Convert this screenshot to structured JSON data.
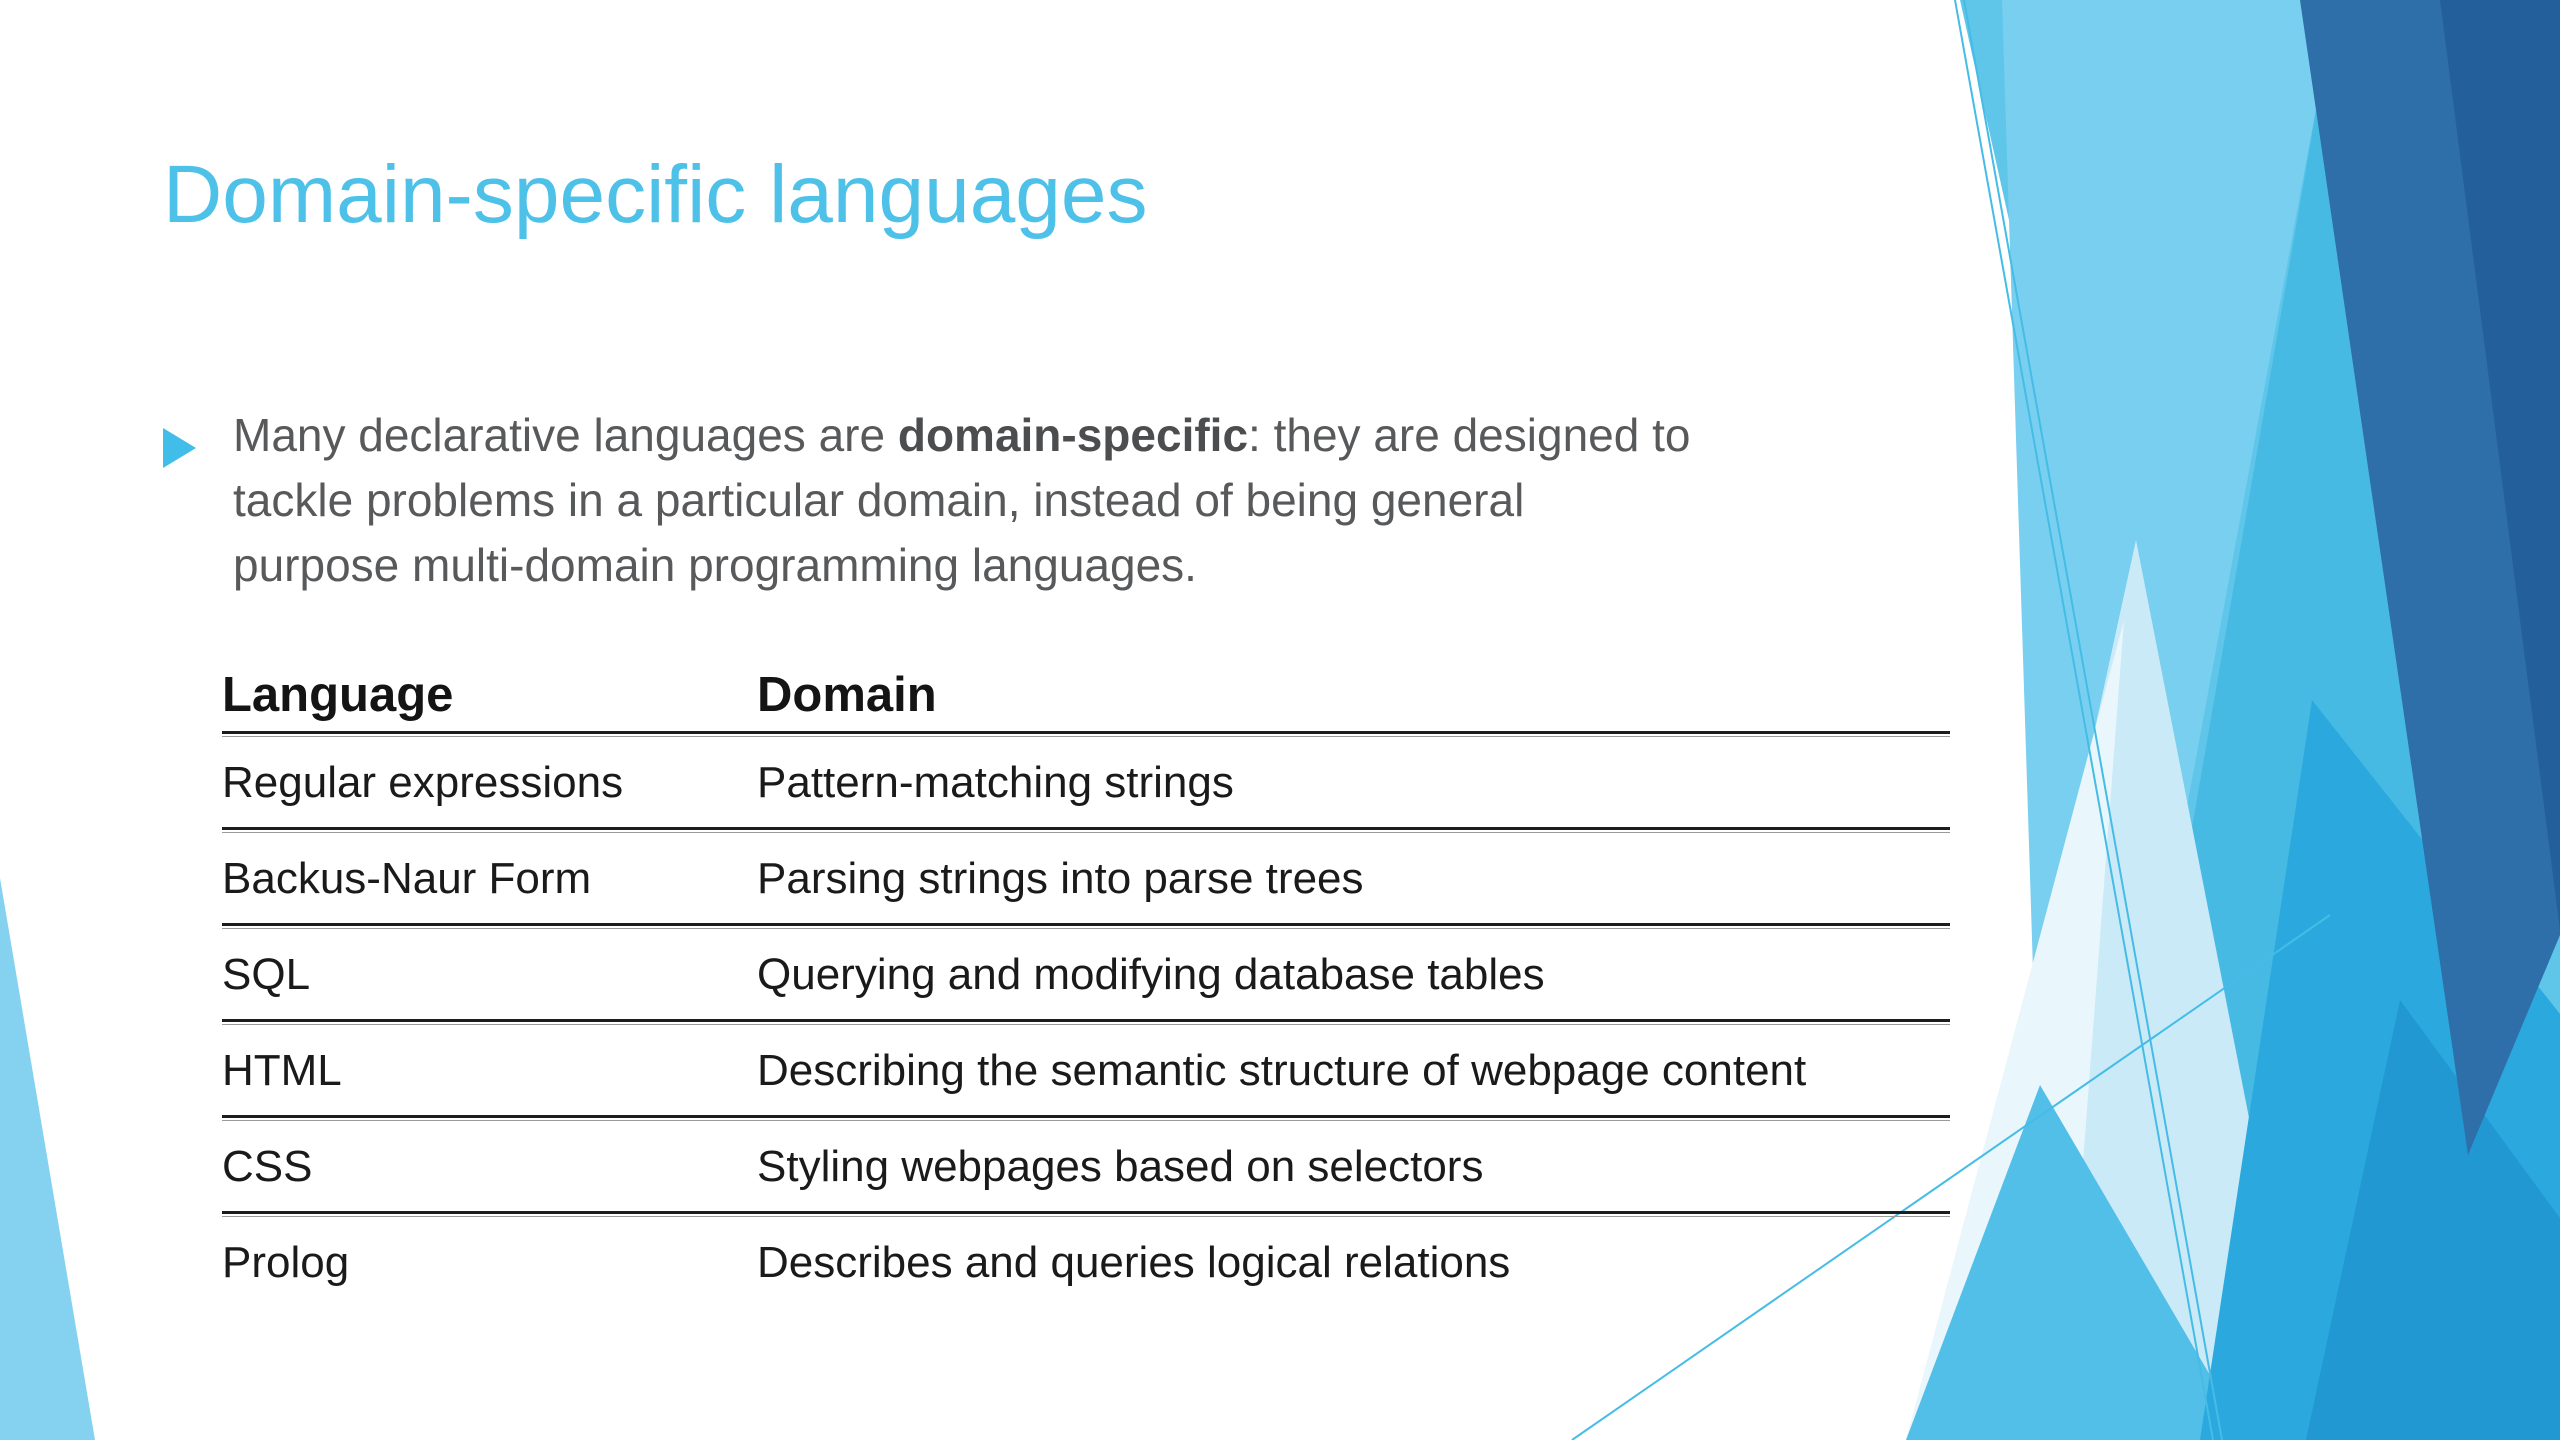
{
  "slide": {
    "title": "Domain-specific languages",
    "bullet": {
      "line1_pre": "Many declarative languages are ",
      "line1_bold": "domain-specific",
      "line1_post": ": they are designed to",
      "line2": "tackle problems in a particular domain, instead of being general",
      "line3": "purpose multi-domain programming languages."
    },
    "table": {
      "headers": {
        "language": "Language",
        "domain": "Domain"
      },
      "rows": [
        {
          "language": "Regular expressions",
          "domain": "Pattern-matching strings"
        },
        {
          "language": "Backus-Naur Form",
          "domain": "Parsing strings into parse trees"
        },
        {
          "language": "SQL",
          "domain": "Querying and modifying database tables"
        },
        {
          "language": "HTML",
          "domain": "Describing the semantic structure of webpage content"
        },
        {
          "language": "CSS",
          "domain": "Styling webpages based on selectors"
        },
        {
          "language": "Prolog",
          "domain": "Describes and queries logical relations"
        }
      ]
    },
    "colors": {
      "title_blue": "#4EC1E9",
      "body_gray": "#58595B",
      "table_text": "#1A1A1A",
      "bullet_triangle": "#41BDE9",
      "facet_light_blue": "#79CFEF",
      "facet_medium_blue": "#5FC6EA",
      "facet_deep_sky": "#2BA9DE",
      "facet_navy": "#2E6FA9",
      "facet_dark_navy": "#235F9B",
      "corner_wedge_blue": "#84D2F0",
      "thin_line_blue": "#45BCE6"
    }
  }
}
